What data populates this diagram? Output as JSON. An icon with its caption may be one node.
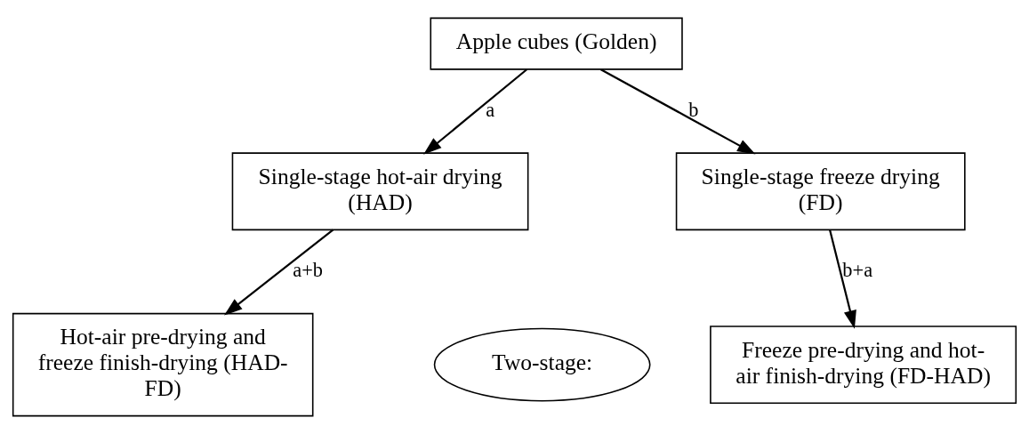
{
  "diagram": {
    "nodes": [
      {
        "text": [
          "Apple cubes (Golden)"
        ]
      },
      {
        "text": [
          "Single-stage hot-air drying (HAD)"
        ]
      },
      {
        "text": [
          "Single-stage freeze drying (FD)"
        ]
      },
      {
        "text": [
          "Two-stage:"
        ]
      },
      {
        "text": [
          "Hot-air pre-drying and freeze finish-drying (HAD-FD)"
        ]
      },
      {
        "text": [
          "Freeze pre-drying and hot-air finish-drying (FD-HAD)"
        ]
      }
    ],
    "edges": [
      {
        "from": 0,
        "to": 1,
        "arrow": "to",
        "label": "a"
      },
      {
        "from": 0,
        "to": 2,
        "arrow": "to",
        "label": "b"
      },
      {
        "from": 1,
        "to": 4,
        "arrow": "to",
        "label": "a+b"
      },
      {
        "from": 2,
        "to": 5,
        "arrow": "to",
        "label": "b+a"
      }
    ]
  }
}
